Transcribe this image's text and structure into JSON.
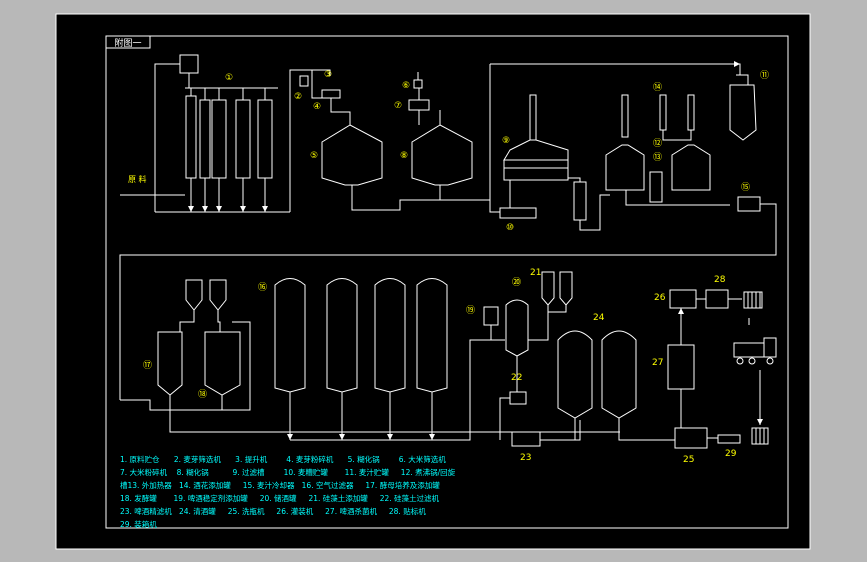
{
  "title_block": "附图一",
  "raw_material_label": "原 料",
  "circle_labels": [
    "①",
    "②",
    "③",
    "④",
    "⑤",
    "⑥",
    "⑦",
    "⑧",
    "⑨",
    "⑩",
    "⑪",
    "⑫",
    "⑬",
    "⑭",
    "⑮",
    "⑯",
    "⑰",
    "⑱",
    "⑲",
    "⑳",
    "21",
    "22",
    "23",
    "24",
    "25",
    "26",
    "27",
    "28",
    "29"
  ],
  "legend_lines": [
    "1. 原料贮仓      2. 麦芽筛选机      3. 提升机        4. 麦芽粉碎机      5. 糊化锅        6. 大米筛选机",
    "7. 大米粉碎机    8. 糊化锅          9. 过滤槽        10. 麦糟贮罐       11. 麦汁贮罐     12. 煮沸锅/回旋",
    "槽13. 外加热器   14. 酒花添加罐     15. 麦汁冷却器   16. 空气过滤器     17. 酵母培养及添加罐",
    "18. 发酵罐       19. 啤酒稳定剂添加罐     20. 储酒罐     21. 硅藻土添加罐     22. 硅藻土过滤机",
    "23. 啤酒精滤机   24. 清酒罐     25. 洗瓶机     26. 灌装机     27. 啤酒杀菌机     28. 贴标机",
    "29. 装箱机"
  ],
  "colors": {
    "background": "#000000",
    "line": "#ffffff",
    "legend": "#00ffff",
    "label": "#ffff00",
    "frame_bg": "#b8b8b8"
  }
}
